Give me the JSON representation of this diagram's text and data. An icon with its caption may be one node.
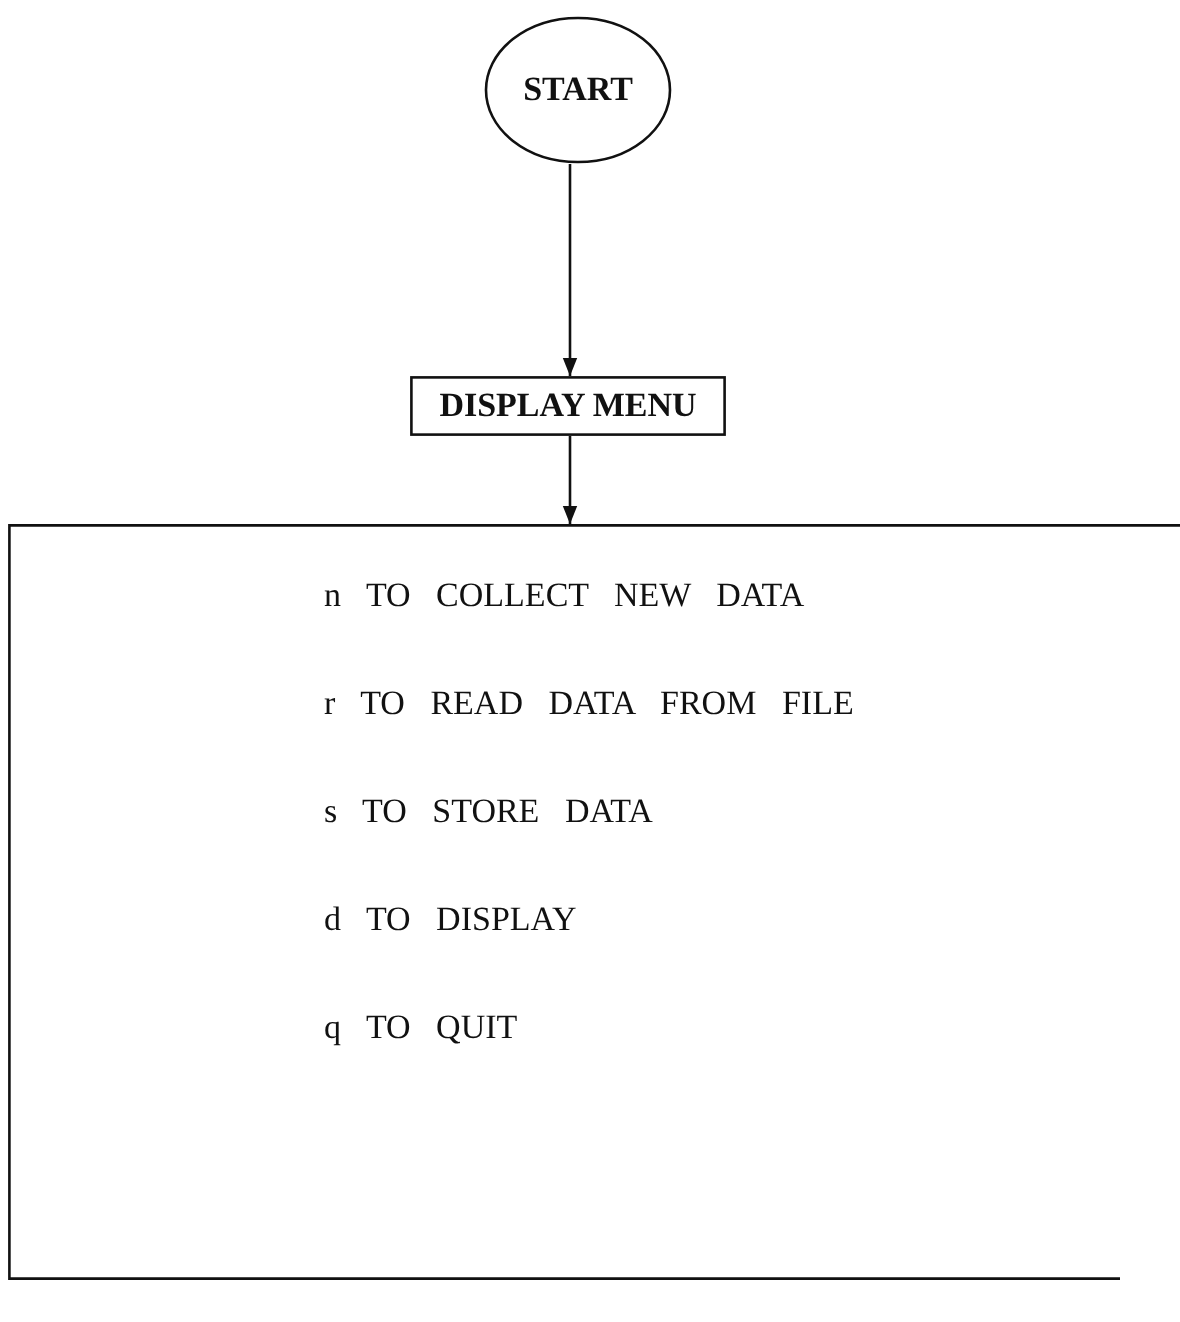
{
  "diagram": {
    "nodes": [
      {
        "text": [
          "START"
        ]
      },
      {
        "text": [
          "DISPLAY MENU"
        ]
      },
      {
        "text": [
          "n TO COLLECT NEW DATA",
          "r TO READ DATA FROM FILE",
          "s TO STORE DATA",
          "d TO DISPLAY",
          "q TO QUIT"
        ]
      }
    ],
    "edges": [
      {
        "from": 0,
        "to": 1,
        "arrow": "to"
      },
      {
        "from": 1,
        "to": 2,
        "arrow": "to"
      }
    ]
  }
}
